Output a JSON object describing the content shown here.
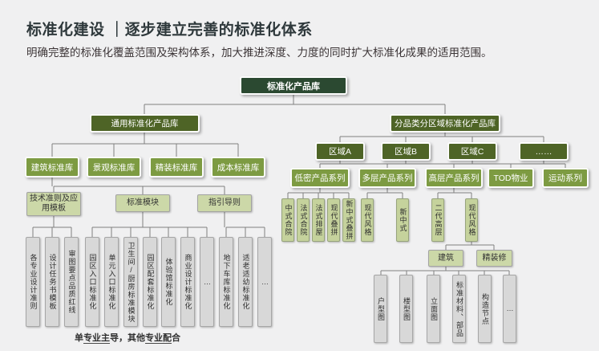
{
  "header": {
    "title": "标准化建设 ｜逐步建立完善的标准化体系",
    "subtitle": "明确完整的标准化覆盖范围及架构体系，加大推进深度、力度的同时扩大标准化成果的适用范围。"
  },
  "footnote": {
    "p1": "单",
    "u1": "专业主",
    "p2": "导，其他",
    "u2": "专业配",
    "p3": "合"
  },
  "colors": {
    "background": "#f0f0f1",
    "root_box": "#2b4931",
    "dark_olive_box": "#4e6426",
    "mid_olive_box": "#7d9b42",
    "light_green_box": "#ccd8a8",
    "gray_box": "#d8d8d8",
    "connector_line": "#7f7f7f"
  },
  "tree": {
    "root": "标准化产品库",
    "general_library": "通用标准化产品库",
    "category_library": "分品类分区域标准化产品库",
    "standard_libraries": [
      "建筑标准库",
      "景观标准库",
      "精装标准库",
      "成本标准库"
    ],
    "building_groups": [
      "技术准则及应用模板",
      "标准模块",
      "指引导则"
    ],
    "tech_rule_items": [
      "各专业设计准则",
      "设计任务书模板",
      "审图要点品质红线"
    ],
    "standard_module_items": [
      "园区入口标准化",
      "单元入口标准化",
      "卫生间/厨房标准模块",
      "园区配套标准化",
      "体验馆标准化",
      "商业设计标准化",
      "…"
    ],
    "guideline_items": [
      "地下车库标准化",
      "适老适幼标准化",
      "…"
    ],
    "regions": [
      "区域A",
      "区域B",
      "区域C",
      "……"
    ],
    "product_series": [
      "低密产品系列",
      "多层产品系列",
      "高层产品系列",
      "TOD物业",
      "运动系列"
    ],
    "low_density_styles": [
      "中式合院",
      "法式合院",
      "法式排屋",
      "现代叠拼",
      "新中式叠拼"
    ],
    "midrise_styles": [
      "现代风格",
      "新中式"
    ],
    "highrise_styles": [
      "二代高层",
      "现代风格"
    ],
    "discipline_nodes": [
      "建筑",
      "精装修"
    ],
    "architecture_items": [
      "户型图",
      "楼型图",
      "立面图",
      "标准材料、部品",
      "构造节点",
      "…"
    ]
  }
}
